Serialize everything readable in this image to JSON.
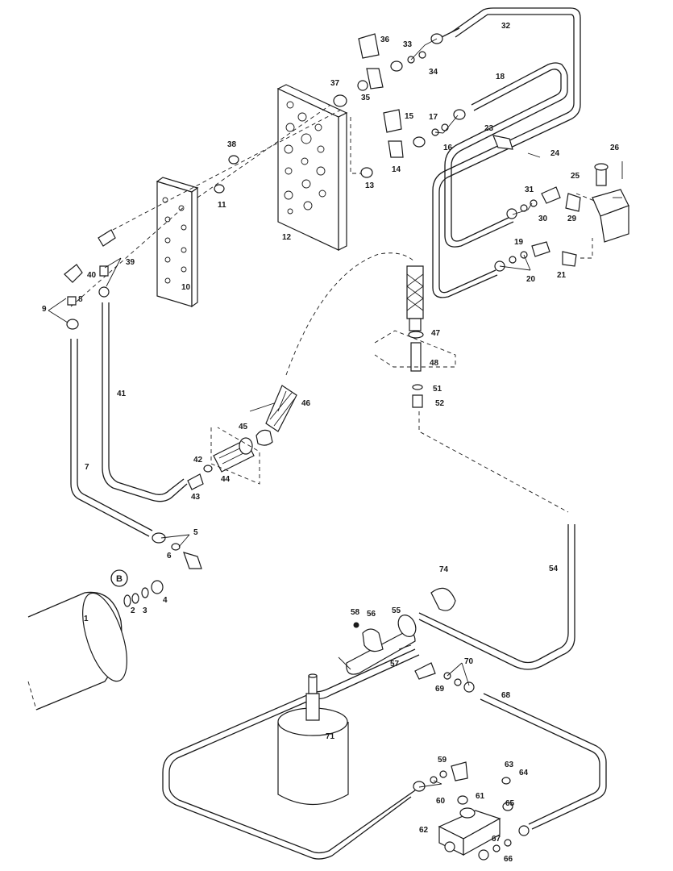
{
  "callout": "B",
  "labels": [
    "1",
    "2",
    "3",
    "4",
    "5",
    "6",
    "7",
    "8",
    "9",
    "10",
    "11",
    "12",
    "13",
    "14",
    "15",
    "16",
    "17",
    "18",
    "19",
    "20",
    "21",
    "23",
    "24",
    "25",
    "26",
    "29",
    "30",
    "31",
    "32",
    "33",
    "34",
    "35",
    "36",
    "37",
    "38",
    "39",
    "40",
    "41",
    "42",
    "43",
    "44",
    "45",
    "46",
    "47",
    "48",
    "51",
    "52",
    "54",
    "55",
    "56",
    "57",
    "58",
    "59",
    "60",
    "61",
    "62",
    "63",
    "64",
    "65",
    "66",
    "67",
    "68",
    "69",
    "70",
    "71",
    "74"
  ]
}
